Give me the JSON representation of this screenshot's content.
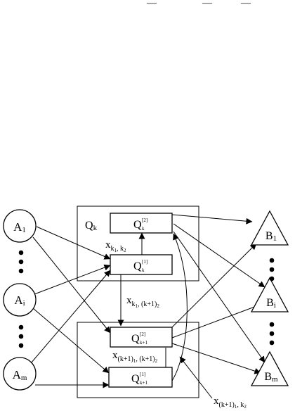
{
  "top_marks": [
    "—",
    "—",
    "—"
  ],
  "sources": [
    {
      "letter": "A",
      "sub": "1"
    },
    {
      "letter": "A",
      "sub": "i"
    },
    {
      "letter": "A",
      "sub": "m"
    }
  ],
  "sinks": [
    {
      "letter": "B",
      "sub": "1"
    },
    {
      "letter": "B",
      "sub": "i"
    },
    {
      "letter": "B",
      "sub": "m"
    }
  ],
  "groups": {
    "upper": {
      "letter": "Q",
      "sub": "k"
    },
    "lower": {
      "letter": "",
      "sub": ""
    }
  },
  "nodes": {
    "qk2": {
      "letter": "Q",
      "sup": "[2]",
      "sub": "k"
    },
    "qk1": {
      "letter": "Q",
      "sup": "[1]",
      "sub": "k"
    },
    "qk12": {
      "letter": "Q",
      "sup": "[2]",
      "sub": "k+1"
    },
    "qk11": {
      "letter": "Q",
      "sup": "[1]",
      "sub": "k+1"
    }
  },
  "edge_labels": {
    "x_k1_k2": {
      "base": "x",
      "sub1": "k",
      "sub1b": "1",
      "sep": ", ",
      "sub2": "k",
      "sub2b": "2"
    },
    "x_k1_kp12": {
      "base": "x",
      "sub1": "k",
      "sub1b": "1",
      "sep": ", ",
      "sub2": "(k+1)",
      "sub2b": "2"
    },
    "x_kp11_kp12": {
      "base": "x",
      "sub1": "(k+1)",
      "sub1b": "1",
      "sep": ", ",
      "sub2": "(k+1)",
      "sub2b": "2"
    },
    "x_kp11_k2": {
      "base": "x",
      "sub1": "(k+1)",
      "sub1b": "1",
      "sep": ", ",
      "sub2": "k",
      "sub2b": "2"
    }
  },
  "ellipsis": "⋮"
}
